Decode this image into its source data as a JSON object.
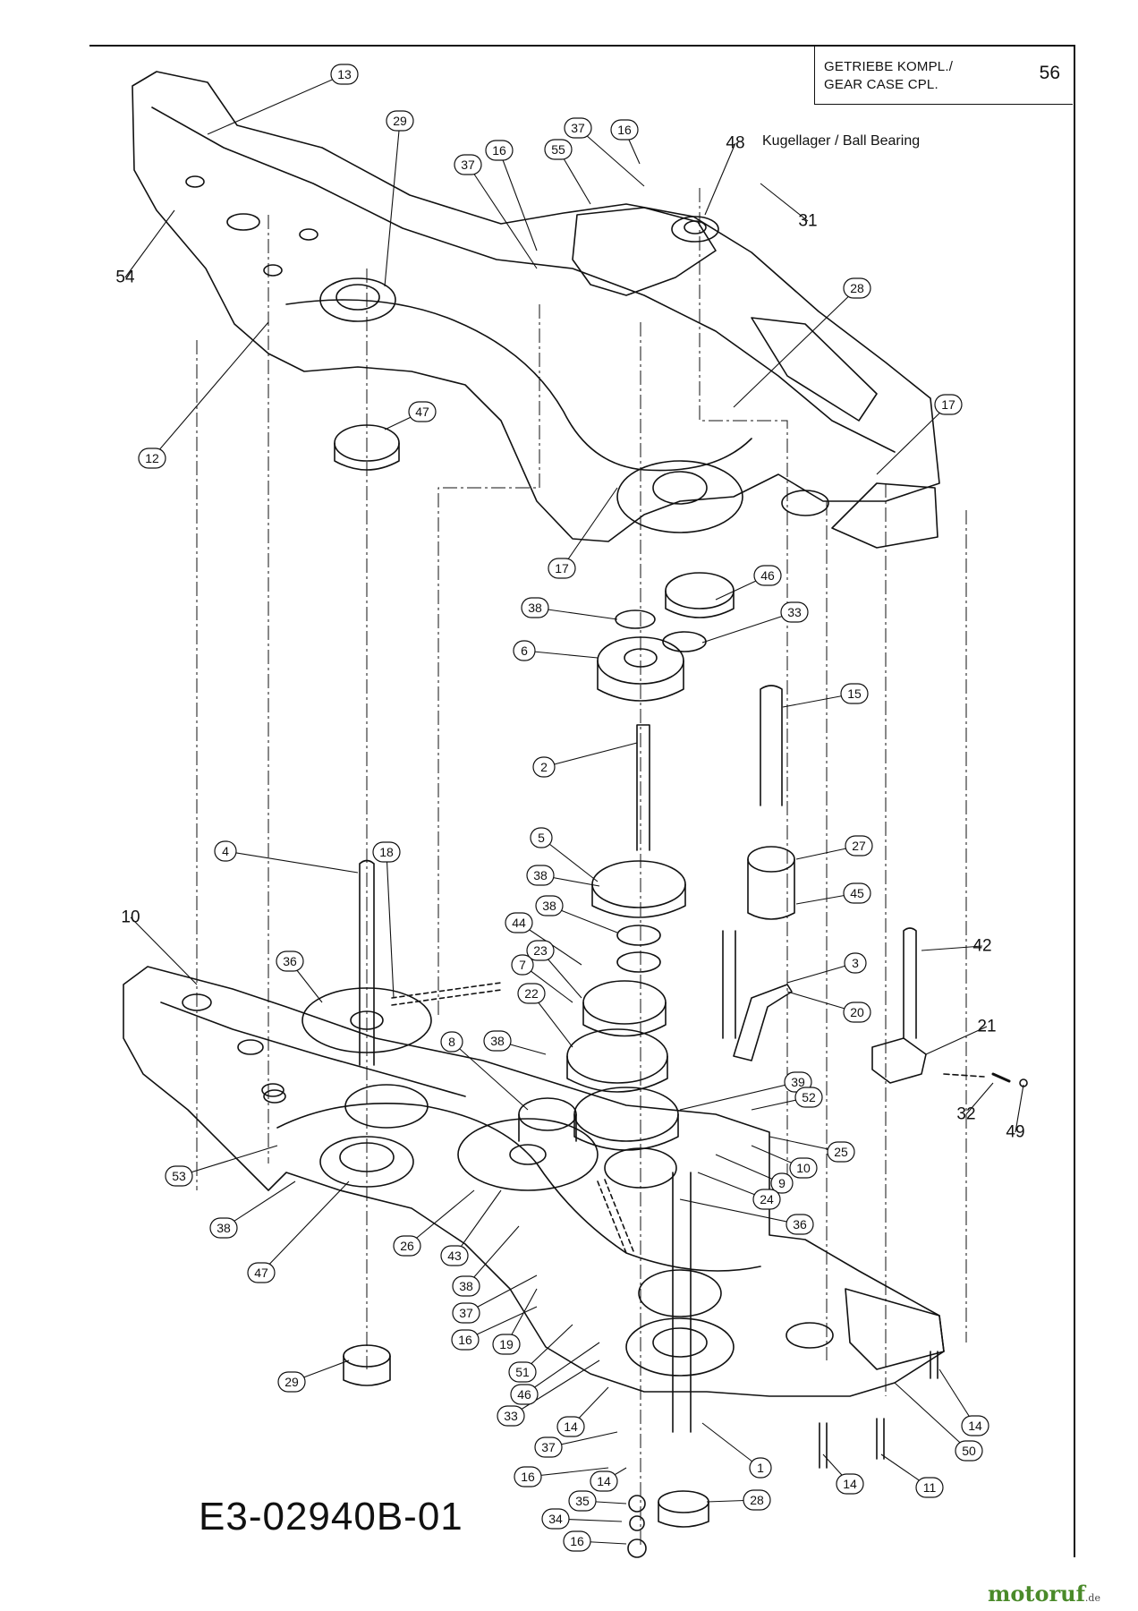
{
  "title_block": {
    "line1": "GETRIEBE KOMPL./",
    "line2": "GEAR CASE CPL.",
    "page": "56"
  },
  "note": "Kugellager / Ball Bearing",
  "drawing_code": "E3-02940B-01",
  "watermark": {
    "brand": "motoruf",
    "tld": ".de"
  },
  "colors": {
    "line": "#111111",
    "logo_green": "#4a8a2a",
    "logo_orange": "#e3a21a"
  },
  "callouts": [
    {
      "label": "13",
      "boxed": true
    },
    {
      "label": "29",
      "boxed": true
    },
    {
      "label": "37",
      "boxed": true
    },
    {
      "label": "16",
      "boxed": true
    },
    {
      "label": "55",
      "boxed": true
    },
    {
      "label": "37",
      "boxed": true
    },
    {
      "label": "16",
      "boxed": true
    },
    {
      "label": "48",
      "boxed": false
    },
    {
      "label": "31",
      "boxed": false
    },
    {
      "label": "54",
      "boxed": false
    },
    {
      "label": "28",
      "boxed": true
    },
    {
      "label": "47",
      "boxed": true
    },
    {
      "label": "12",
      "boxed": true
    },
    {
      "label": "17",
      "boxed": true
    },
    {
      "label": "17",
      "boxed": true
    },
    {
      "label": "46",
      "boxed": true
    },
    {
      "label": "38",
      "boxed": true
    },
    {
      "label": "33",
      "boxed": true
    },
    {
      "label": "6",
      "boxed": true
    },
    {
      "label": "15",
      "boxed": true
    },
    {
      "label": "2",
      "boxed": true
    },
    {
      "label": "5",
      "boxed": true
    },
    {
      "label": "4",
      "boxed": true
    },
    {
      "label": "18",
      "boxed": true
    },
    {
      "label": "38",
      "boxed": true
    },
    {
      "label": "38",
      "boxed": true
    },
    {
      "label": "27",
      "boxed": true
    },
    {
      "label": "45",
      "boxed": true
    },
    {
      "label": "10",
      "boxed": false
    },
    {
      "label": "44",
      "boxed": true
    },
    {
      "label": "42",
      "boxed": false
    },
    {
      "label": "23",
      "boxed": true
    },
    {
      "label": "3",
      "boxed": true
    },
    {
      "label": "7",
      "boxed": true
    },
    {
      "label": "36",
      "boxed": true
    },
    {
      "label": "22",
      "boxed": true
    },
    {
      "label": "20",
      "boxed": true
    },
    {
      "label": "21",
      "boxed": false
    },
    {
      "label": "38",
      "boxed": true
    },
    {
      "label": "8",
      "boxed": true
    },
    {
      "label": "39",
      "boxed": true
    },
    {
      "label": "52",
      "boxed": true
    },
    {
      "label": "32",
      "boxed": false
    },
    {
      "label": "49",
      "boxed": false
    },
    {
      "label": "25",
      "boxed": true
    },
    {
      "label": "10",
      "boxed": true
    },
    {
      "label": "53",
      "boxed": true
    },
    {
      "label": "9",
      "boxed": true
    },
    {
      "label": "24",
      "boxed": true
    },
    {
      "label": "36",
      "boxed": true
    },
    {
      "label": "38",
      "boxed": true
    },
    {
      "label": "26",
      "boxed": true
    },
    {
      "label": "47",
      "boxed": true
    },
    {
      "label": "43",
      "boxed": true
    },
    {
      "label": "38",
      "boxed": true
    },
    {
      "label": "37",
      "boxed": true
    },
    {
      "label": "19",
      "boxed": true
    },
    {
      "label": "16",
      "boxed": true
    },
    {
      "label": "29",
      "boxed": true
    },
    {
      "label": "51",
      "boxed": true
    },
    {
      "label": "46",
      "boxed": true
    },
    {
      "label": "33",
      "boxed": true
    },
    {
      "label": "14",
      "boxed": true
    },
    {
      "label": "14",
      "boxed": true
    },
    {
      "label": "50",
      "boxed": true
    },
    {
      "label": "1",
      "boxed": true
    },
    {
      "label": "37",
      "boxed": true
    },
    {
      "label": "16",
      "boxed": true
    },
    {
      "label": "14",
      "boxed": true
    },
    {
      "label": "14",
      "boxed": true
    },
    {
      "label": "11",
      "boxed": true
    },
    {
      "label": "35",
      "boxed": true
    },
    {
      "label": "28",
      "boxed": true
    },
    {
      "label": "34",
      "boxed": true
    },
    {
      "label": "16",
      "boxed": true
    }
  ]
}
